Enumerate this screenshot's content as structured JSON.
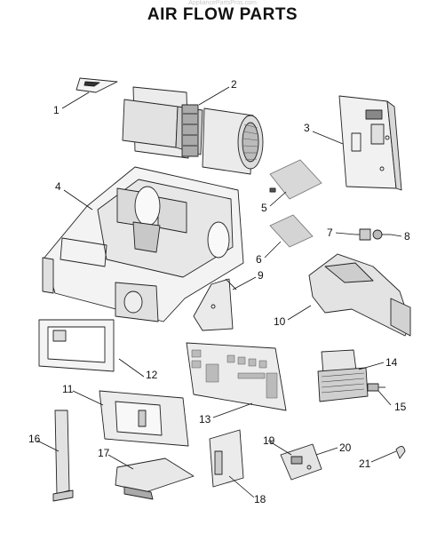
{
  "watermark": "AppliancePartsPros.com",
  "title": "AIR FLOW PARTS",
  "callouts": [
    "1",
    "2",
    "3",
    "4",
    "5",
    "6",
    "7",
    "8",
    "9",
    "10",
    "11",
    "12",
    "13",
    "14",
    "15",
    "16",
    "17",
    "18",
    "19",
    "20",
    "21"
  ]
}
